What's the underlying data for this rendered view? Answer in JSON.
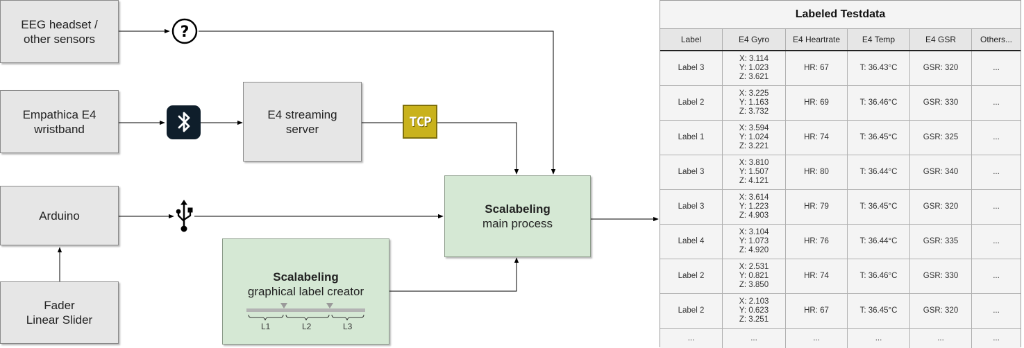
{
  "sources": {
    "eeg": "EEG headset /\nother sensors",
    "e4": "Empathica E4\nwristband",
    "arduino": "Arduino",
    "fader": "Fader\nLinear Slider"
  },
  "e4_server": "E4 streaming\nserver",
  "main_process": {
    "title": "Scalabeling",
    "subtitle": "main process"
  },
  "label_creator": {
    "title": "Scalabeling",
    "subtitle": "graphical label creator",
    "segments": [
      "L1",
      "L2",
      "L3"
    ]
  },
  "icons": {
    "unknown": "question-mark-icon",
    "bluetooth": "bluetooth-icon",
    "tcp": "tcp-icon",
    "tcp_text": "TCP",
    "usb": "usb-icon"
  },
  "colors": {
    "source_fill": "#e6e6e6",
    "process_fill": "#d5e8d4",
    "tcp_badge": "#c9b21c",
    "bt_badge": "#0f1e2b"
  },
  "table": {
    "title": "Labeled Testdata",
    "headers": [
      "Label",
      "E4 Gyro",
      "E4 Heartrate",
      "E4 Temp",
      "E4 GSR",
      "Others..."
    ],
    "rows": [
      {
        "label": "Label 3",
        "gyro": [
          "X: 3.114",
          "Y: 1.023",
          "Z: 3.621"
        ],
        "hr": "HR: 67",
        "temp": "T: 36.43°C",
        "gsr": "GSR: 320",
        "other": "..."
      },
      {
        "label": "Label 2",
        "gyro": [
          "X: 3.225",
          "Y: 1.163",
          "Z: 3.732"
        ],
        "hr": "HR: 69",
        "temp": "T: 36.46°C",
        "gsr": "GSR: 330",
        "other": "..."
      },
      {
        "label": "Label 1",
        "gyro": [
          "X: 3.594",
          "Y: 1.024",
          "Z: 3.221"
        ],
        "hr": "HR: 74",
        "temp": "T: 36.45°C",
        "gsr": "GSR: 325",
        "other": "..."
      },
      {
        "label": "Label 3",
        "gyro": [
          "X: 3.810",
          "Y: 1.507",
          "Z: 4.121"
        ],
        "hr": "HR: 80",
        "temp": "T: 36.44°C",
        "gsr": "GSR: 340",
        "other": "..."
      },
      {
        "label": "Label 3",
        "gyro": [
          "X: 3.614",
          "Y: 1.223",
          "Z: 4.903"
        ],
        "hr": "HR: 79",
        "temp": "T: 36.45°C",
        "gsr": "GSR: 320",
        "other": "..."
      },
      {
        "label": "Label 4",
        "gyro": [
          "X: 3.104",
          "Y: 1.073",
          "Z: 4.920"
        ],
        "hr": "HR: 76",
        "temp": "T: 36.44°C",
        "gsr": "GSR: 335",
        "other": "..."
      },
      {
        "label": "Label 2",
        "gyro": [
          "X: 2.531",
          "Y: 0.821",
          "Z: 3.850"
        ],
        "hr": "HR: 74",
        "temp": "T: 36.46°C",
        "gsr": "GSR: 330",
        "other": "..."
      },
      {
        "label": "Label 2",
        "gyro": [
          "X: 2.103",
          "Y: 0.623",
          "Z: 3.251"
        ],
        "hr": "HR: 67",
        "temp": "T: 36.45°C",
        "gsr": "GSR: 320",
        "other": "..."
      }
    ],
    "ellipsis_row": [
      "...",
      "...",
      "...",
      "...",
      "...",
      "..."
    ]
  }
}
